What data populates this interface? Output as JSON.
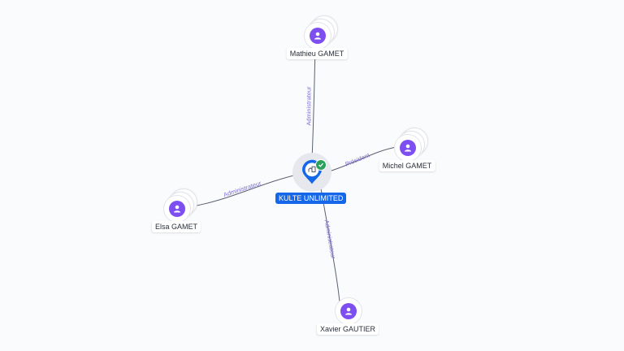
{
  "center": {
    "label": "KULTE UNLIMITED",
    "icon": "building-icon",
    "verified": true,
    "color": "#1467e8"
  },
  "persons": [
    {
      "name": "Mathieu GAMET",
      "role": "Administrateur"
    },
    {
      "name": "Michel GAMET",
      "role": "Président"
    },
    {
      "name": "Elsa GAMET",
      "role": "Administrateur"
    },
    {
      "name": "Xavier GAUTIER",
      "role": "Administrateur"
    }
  ],
  "colors": {
    "avatar": "#7d4ff0",
    "edge_label": "#7c6fd8",
    "edge": "#5a6270",
    "verified": "#2aa15a"
  }
}
